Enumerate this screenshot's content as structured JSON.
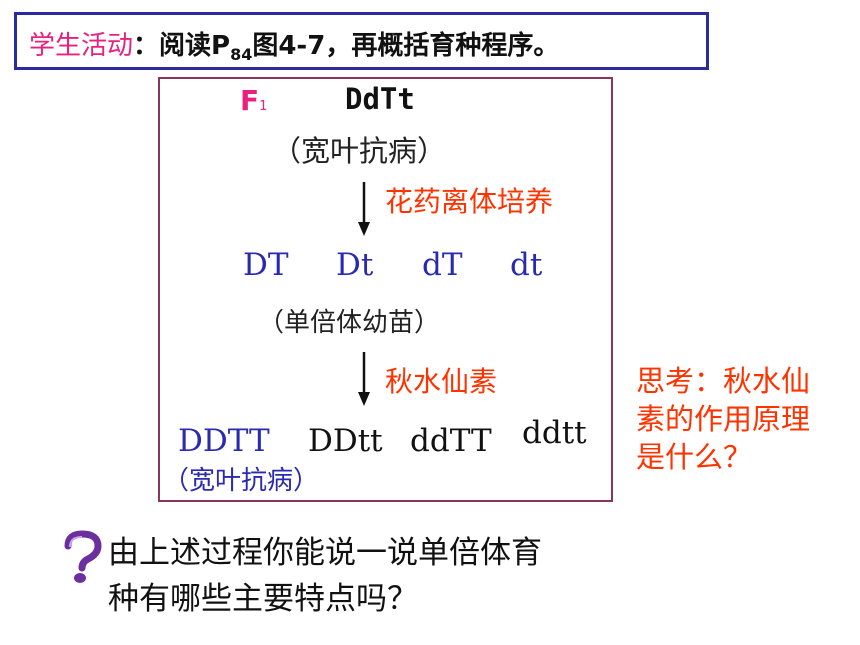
{
  "header": {
    "label": "学生活动",
    "text_pre": "：阅读P",
    "subscript": "84",
    "text_post": "图4-7，再概括育种程序。"
  },
  "diagram": {
    "f1_label": "F",
    "f1_sub": "1",
    "f1_genotype": "DdTt",
    "f1_phenotype": "（宽叶抗病）",
    "step1": "花药离体培养",
    "haploids": [
      "DT",
      "Dt",
      "dT",
      "dt"
    ],
    "haploid_note": "（单倍体幼苗）",
    "step2": "秋水仙素",
    "diploids": [
      "DDTT",
      "DDtt",
      "ddTT",
      "ddtt"
    ],
    "diploid_note": "（宽叶抗病）"
  },
  "think": {
    "line1": "思考：秋水仙",
    "line2": "素的作用原理",
    "line3": "是什么？"
  },
  "question": {
    "line1": "由上述过程你能说一说单倍体育",
    "line2": "种有哪些主要特点吗？"
  },
  "colors": {
    "header_border": "#2b2b9e",
    "label_pink": "#e8207f",
    "genotype_blue": "#2a2ab0",
    "step_red": "#ff3300",
    "box_border": "#8a3560"
  },
  "icons": {
    "question": "question-mark-icon"
  }
}
